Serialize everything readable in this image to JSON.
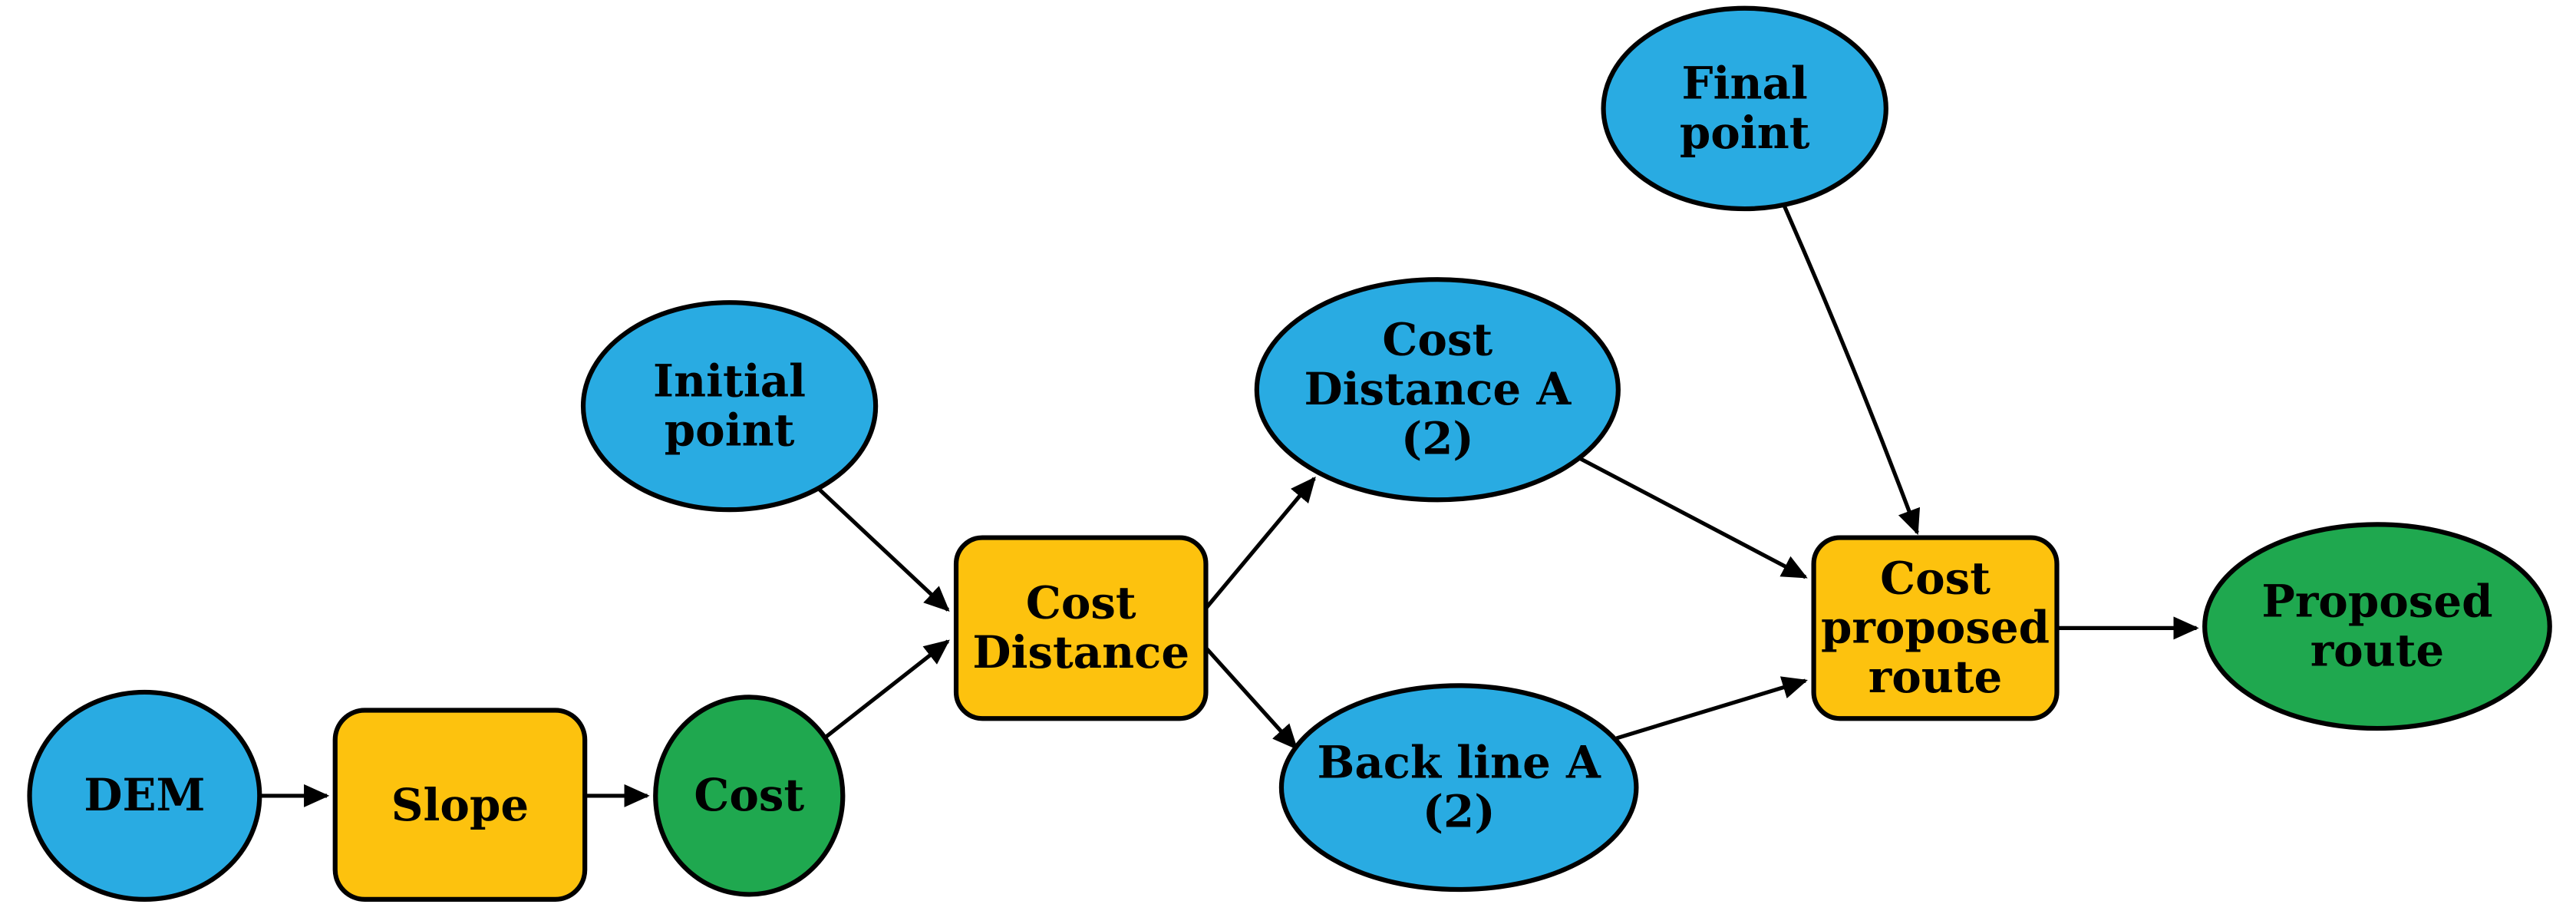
{
  "figure": {
    "background": "#ffffff",
    "colors": {
      "input": "#29ABE2",
      "process": "#FDC20E",
      "output": "#1FA84F",
      "outline": "#000000",
      "arrow": "#000000",
      "text": "#000000"
    },
    "nodes": [
      {
        "id": "dem",
        "shape": "ellipse",
        "role": "input",
        "lines": [
          "DEM"
        ]
      },
      {
        "id": "slope",
        "shape": "rounded-rect",
        "role": "process",
        "lines": [
          "Slope"
        ]
      },
      {
        "id": "cost",
        "shape": "ellipse",
        "role": "output",
        "lines": [
          "Cost"
        ]
      },
      {
        "id": "initial-point",
        "shape": "ellipse",
        "role": "input",
        "lines": [
          "Initial",
          "point"
        ]
      },
      {
        "id": "cost-distance",
        "shape": "rounded-rect",
        "role": "process",
        "lines": [
          "Cost",
          "Distance"
        ]
      },
      {
        "id": "cost-distance-a-2",
        "shape": "ellipse",
        "role": "input",
        "lines": [
          "Cost",
          "Distance A",
          "(2)"
        ]
      },
      {
        "id": "back-line-a-2",
        "shape": "ellipse",
        "role": "input",
        "lines": [
          "Back line A",
          "(2)"
        ]
      },
      {
        "id": "final-point",
        "shape": "ellipse",
        "role": "input",
        "lines": [
          "Final",
          "point"
        ]
      },
      {
        "id": "cost-proposed-route",
        "shape": "rounded-rect",
        "role": "process",
        "lines": [
          "Cost",
          "proposed",
          "route"
        ]
      },
      {
        "id": "proposed-route",
        "shape": "ellipse",
        "role": "output",
        "lines": [
          "Proposed",
          "route"
        ]
      }
    ],
    "edges": [
      {
        "from": "dem",
        "to": "slope"
      },
      {
        "from": "slope",
        "to": "cost"
      },
      {
        "from": "initial-point",
        "to": "cost-distance"
      },
      {
        "from": "cost",
        "to": "cost-distance"
      },
      {
        "from": "cost-distance",
        "to": "cost-distance-a-2"
      },
      {
        "from": "cost-distance",
        "to": "back-line-a-2"
      },
      {
        "from": "cost-distance-a-2",
        "to": "cost-proposed-route"
      },
      {
        "from": "back-line-a-2",
        "to": "cost-proposed-route"
      },
      {
        "from": "final-point",
        "to": "cost-proposed-route"
      },
      {
        "from": "cost-proposed-route",
        "to": "proposed-route"
      }
    ]
  }
}
